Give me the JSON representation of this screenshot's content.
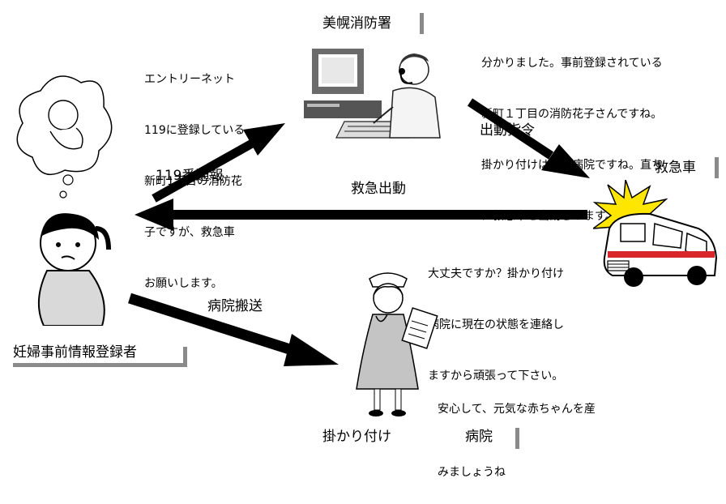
{
  "fire_station": {
    "label": "美幌消防署"
  },
  "ambulance": {
    "label": "救急車"
  },
  "registrant": {
    "label": "妊婦事前情報登録者"
  },
  "hospital": {
    "label_prefix": "掛かり付け",
    "label_suffix": "病院"
  },
  "flows": {
    "call": "119番通報",
    "dispatch_order": "出動指令",
    "emergency_dispatch": "救急出動",
    "transport": "病院搬送"
  },
  "messages": {
    "caller": [
      "エントリーネット",
      "119に登録している",
      "新町1丁目の消防花",
      "子ですが、救急車",
      "お願いします。"
    ],
    "dispatcher": [
      "分かりました。事前登録されている",
      "新町１丁目の消防花子さんですね。",
      "掛かり付けは　　病院ですね。直ち",
      "に救急車を出動させます。"
    ],
    "paramedic": [
      "大丈夫ですか？掛かり付け",
      "病院に現在の状態を連絡し",
      "ますから頑張って下さい。"
    ],
    "nurse": [
      "安心して、元気な赤ちゃんを産",
      "みましょうね"
    ]
  },
  "colors": {
    "arrow": "#000000",
    "label_bar": "#8a8a8a",
    "flash": "#ffe600",
    "ambulance_stripe": "#d8262c"
  }
}
